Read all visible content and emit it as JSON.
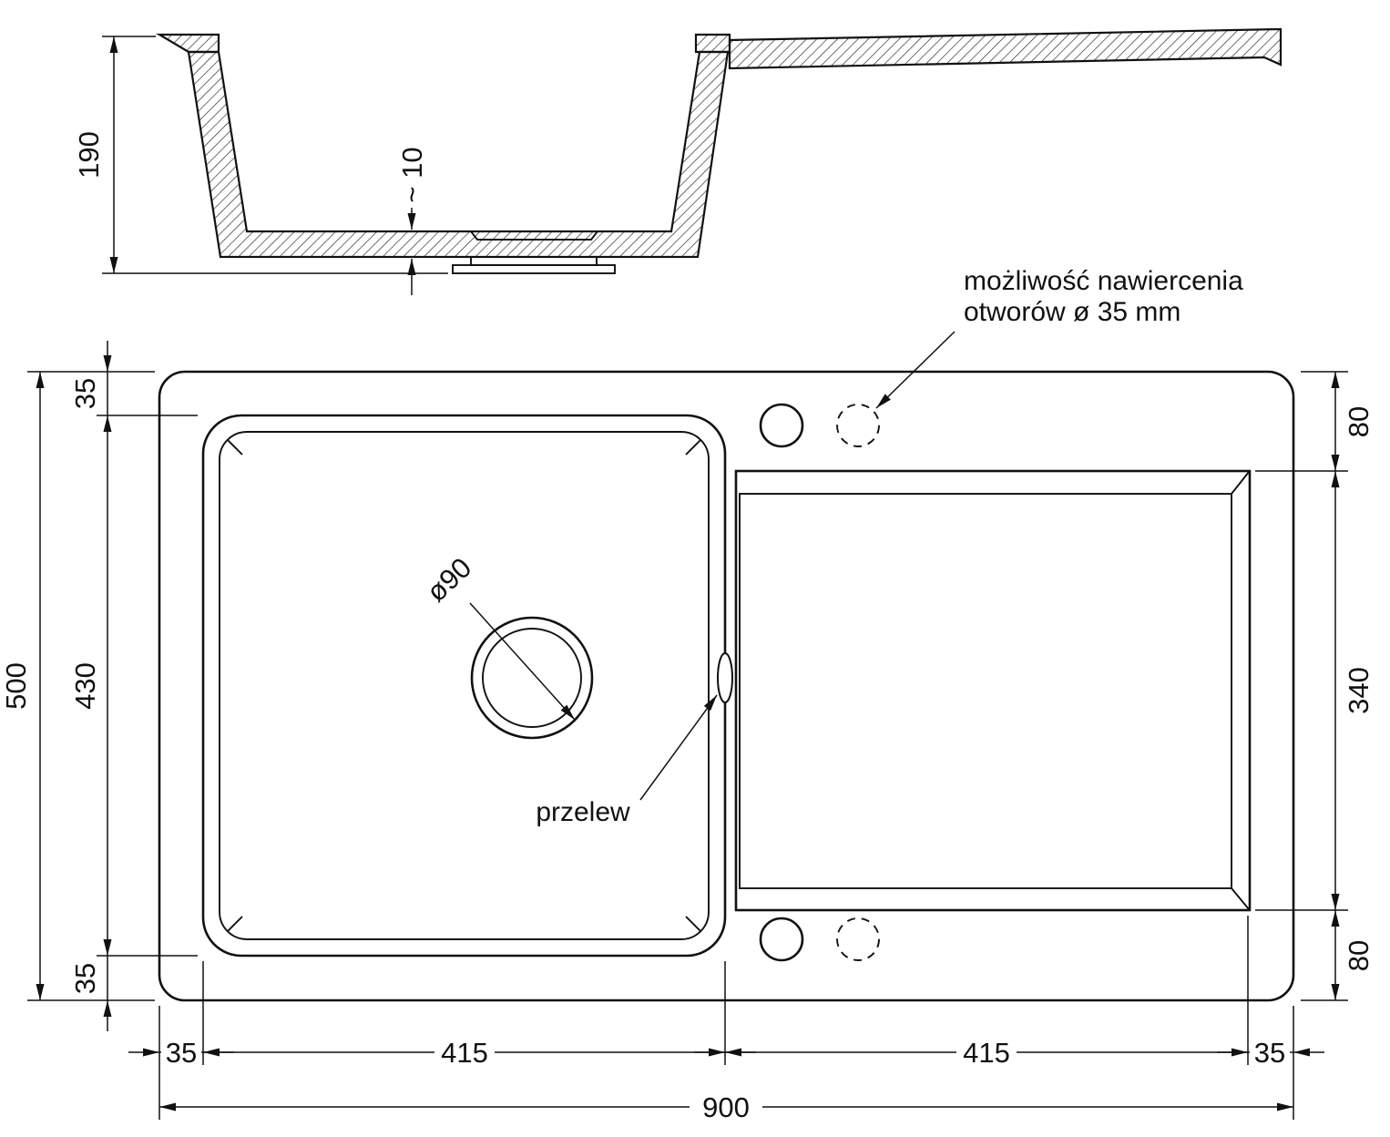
{
  "colors": {
    "line": "#111111",
    "background": "#ffffff"
  },
  "section_view": {
    "dim_height": "190",
    "dim_bottom_thickness": "~ 10"
  },
  "plan_view": {
    "dim_total_height": "500",
    "dim_left_top_margin": "35",
    "dim_bowl_height": "430",
    "dim_left_bottom_margin": "35",
    "dim_right_top": "80",
    "dim_drainer_height": "340",
    "dim_right_bottom": "80",
    "dim_bottom_left_margin": "35",
    "dim_bowl_width": "415",
    "dim_drainer_width": "415",
    "dim_bottom_right_margin": "35",
    "dim_total_width": "900",
    "drain_diameter_label": "ø90",
    "overflow_label": "przelew",
    "drill_note_line1": "możliwość nawiercenia",
    "drill_note_line2": "otworów ø 35 mm"
  }
}
